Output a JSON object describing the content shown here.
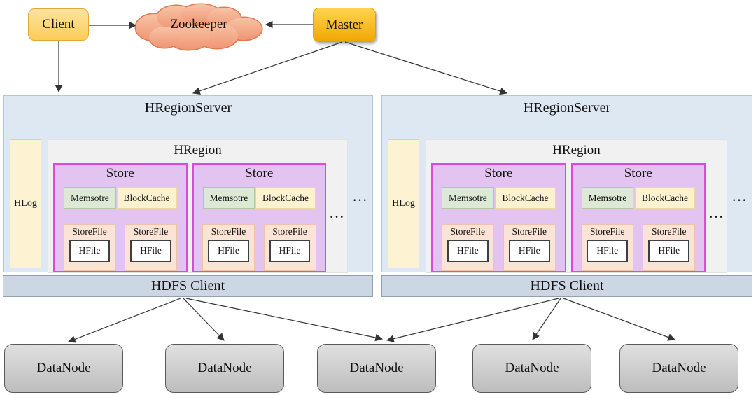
{
  "client": {
    "label": "Client"
  },
  "zookeeper": {
    "label": "Zookeeper"
  },
  "master": {
    "label": "Master"
  },
  "servers": [
    {
      "title": "HRegionServer",
      "hlog_label": "HLog",
      "region_ellipsis": "···",
      "server_ellipsis": "···",
      "hregion": {
        "title": "HRegion",
        "stores": [
          {
            "title": "Store",
            "memstore_label": "Memsotre",
            "blockcache_label": "BlockCache",
            "storefiles": [
              {
                "label": "StoreFile",
                "hfile_label": "HFile"
              },
              {
                "label": "StoreFile",
                "hfile_label": "HFile"
              }
            ]
          },
          {
            "title": "Store",
            "memstore_label": "Memsotre",
            "blockcache_label": "BlockCache",
            "storefiles": [
              {
                "label": "StoreFile",
                "hfile_label": "HFile"
              },
              {
                "label": "StoreFile",
                "hfile_label": "HFile"
              }
            ]
          }
        ]
      }
    },
    {
      "title": "HRegionServer",
      "hlog_label": "HLog",
      "region_ellipsis": "···",
      "server_ellipsis": "···",
      "hregion": {
        "title": "HRegion",
        "stores": [
          {
            "title": "Store",
            "memstore_label": "Memsotre",
            "blockcache_label": "BlockCache",
            "storefiles": [
              {
                "label": "StoreFile",
                "hfile_label": "HFile"
              },
              {
                "label": "StoreFile",
                "hfile_label": "HFile"
              }
            ]
          },
          {
            "title": "Store",
            "memstore_label": "Memsotre",
            "blockcache_label": "BlockCache",
            "storefiles": [
              {
                "label": "StoreFile",
                "hfile_label": "HFile"
              },
              {
                "label": "StoreFile",
                "hfile_label": "HFile"
              }
            ]
          }
        ]
      }
    }
  ],
  "hdfs_clients": [
    {
      "label": "HDFS Client"
    },
    {
      "label": "HDFS Client"
    }
  ],
  "datanodes": [
    {
      "label": "DataNode"
    },
    {
      "label": "DataNode"
    },
    {
      "label": "DataNode"
    },
    {
      "label": "DataNode"
    },
    {
      "label": "DataNode"
    }
  ],
  "colors": {
    "server_fill": "#dde8f3",
    "server_border": "#b5c6da",
    "hlog_fill": "#fdf2d2",
    "hlog_border": "#e7d096",
    "hregion_fill": "#f1f1f1",
    "hregion_border": "#e2e2e2",
    "store_fill": "#e3c4f0",
    "store_border": "#da4bda",
    "memstore_fill": "#dcead5",
    "memstore_border": "#afc7a3",
    "blockcache_fill": "#fdf2cf",
    "blockcache_border": "#ecd89b",
    "storefile_fill": "#fbe4d5",
    "storefile_border": "#f2c3aa",
    "hfile_fill": "#ffffff",
    "hfile_border": "#3f3f3f",
    "hdfs_fill": "#cdd7e4",
    "hdfs_border": "#91a0b4",
    "datanode_fill_top": "#e0e0e0",
    "datanode_fill_bottom": "#bdbdbd",
    "datanode_border": "#595959",
    "client_fill_top": "#fee3a0",
    "client_fill_bottom": "#fbcd57",
    "client_border": "#e1a93c",
    "master_fill_top": "#ffd44f",
    "master_fill_bottom": "#f0a702",
    "master_border": "#de9f10",
    "cloud_fill_top": "#f8c3a6",
    "cloud_fill_bottom": "#ef9673",
    "cloud_border": "#e07850",
    "arrow": "#333333"
  }
}
